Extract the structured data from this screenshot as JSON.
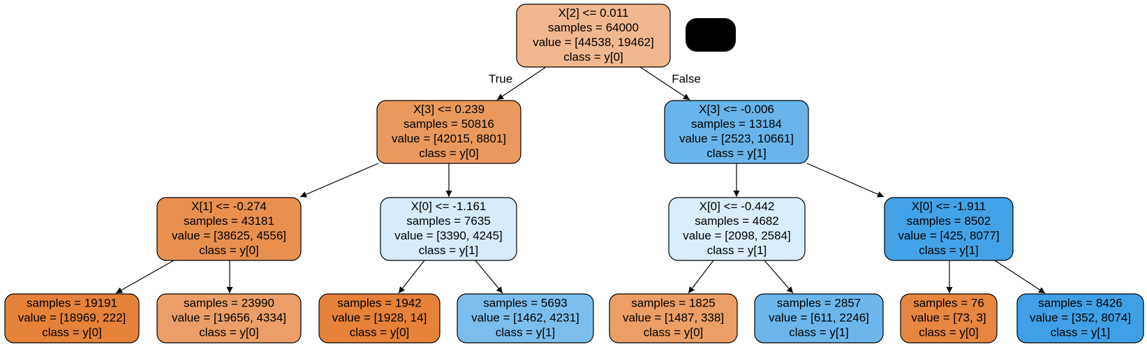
{
  "edge_labels": {
    "true_label": "True",
    "false_label": "False"
  },
  "nodes": [
    {
      "id": "n0",
      "fill": "#f1b78e",
      "lines": [
        "X[2] <= 0.011",
        "samples = 64000",
        "value = [44538, 19462]",
        "class = y[0]"
      ]
    },
    {
      "id": "n1",
      "fill": "#ea995e",
      "lines": [
        "X[3] <= 0.239",
        "samples = 50816",
        "value = [42015, 8801]",
        "class = y[0]"
      ]
    },
    {
      "id": "n2",
      "fill": "#69b5eb",
      "lines": [
        "X[3] <= -0.006",
        "samples = 13184",
        "value = [2523, 10661]",
        "class = y[1]"
      ]
    },
    {
      "id": "n3",
      "fill": "#e89050",
      "lines": [
        "X[1] <= -0.274",
        "samples = 43181",
        "value = [38625, 4556]",
        "class = y[0]"
      ]
    },
    {
      "id": "n4",
      "fill": "#d7ebfa",
      "lines": [
        "X[0] <= -1.161",
        "samples = 7635",
        "value = [3390, 4245]",
        "class = y[1]"
      ]
    },
    {
      "id": "n5",
      "fill": "#daedfa",
      "lines": [
        "X[0] <= -0.442",
        "samples = 4682",
        "value = [2098, 2584]",
        "class = y[1]"
      ]
    },
    {
      "id": "n6",
      "fill": "#43a2e6",
      "lines": [
        "X[0] <= -1.911",
        "samples = 8502",
        "value = [425, 8077]",
        "class = y[1]"
      ]
    },
    {
      "id": "n7",
      "fill": "#e5823a",
      "lines": [
        "samples = 19191",
        "value = [18969, 222]",
        "class = y[0]"
      ]
    },
    {
      "id": "n8",
      "fill": "#eb9e67",
      "lines": [
        "samples = 23990",
        "value = [19656, 4334]",
        "class = y[0]"
      ]
    },
    {
      "id": "n9",
      "fill": "#e58139",
      "lines": [
        "samples = 1942",
        "value = [1928, 14]",
        "class = y[0]"
      ]
    },
    {
      "id": "n10",
      "fill": "#7bbeee",
      "lines": [
        "samples = 5693",
        "value = [1462, 4231]",
        "class = y[1]"
      ]
    },
    {
      "id": "n11",
      "fill": "#eb9e66",
      "lines": [
        "samples = 1825",
        "value = [1487, 338]",
        "class = y[0]"
      ]
    },
    {
      "id": "n12",
      "fill": "#6cb6ec",
      "lines": [
        "samples = 2857",
        "value = [611, 2246]",
        "class = y[1]"
      ]
    },
    {
      "id": "n13",
      "fill": "#e68641",
      "lines": [
        "samples = 76",
        "value = [73, 3]",
        "class = y[0]"
      ]
    },
    {
      "id": "n14",
      "fill": "#3fa0e6",
      "lines": [
        "samples = 8426",
        "value = [352, 8074]",
        "class = y[1]"
      ]
    }
  ],
  "edges": [
    {
      "from": "n0",
      "to": "n1",
      "label": "True"
    },
    {
      "from": "n0",
      "to": "n2",
      "label": "False"
    },
    {
      "from": "n1",
      "to": "n3"
    },
    {
      "from": "n1",
      "to": "n4"
    },
    {
      "from": "n2",
      "to": "n5"
    },
    {
      "from": "n2",
      "to": "n6"
    },
    {
      "from": "n3",
      "to": "n7"
    },
    {
      "from": "n3",
      "to": "n8"
    },
    {
      "from": "n4",
      "to": "n9"
    },
    {
      "from": "n4",
      "to": "n10"
    },
    {
      "from": "n5",
      "to": "n11"
    },
    {
      "from": "n5",
      "to": "n12"
    },
    {
      "from": "n6",
      "to": "n13"
    },
    {
      "from": "n6",
      "to": "n14"
    }
  ],
  "redaction_fill": "#000000"
}
